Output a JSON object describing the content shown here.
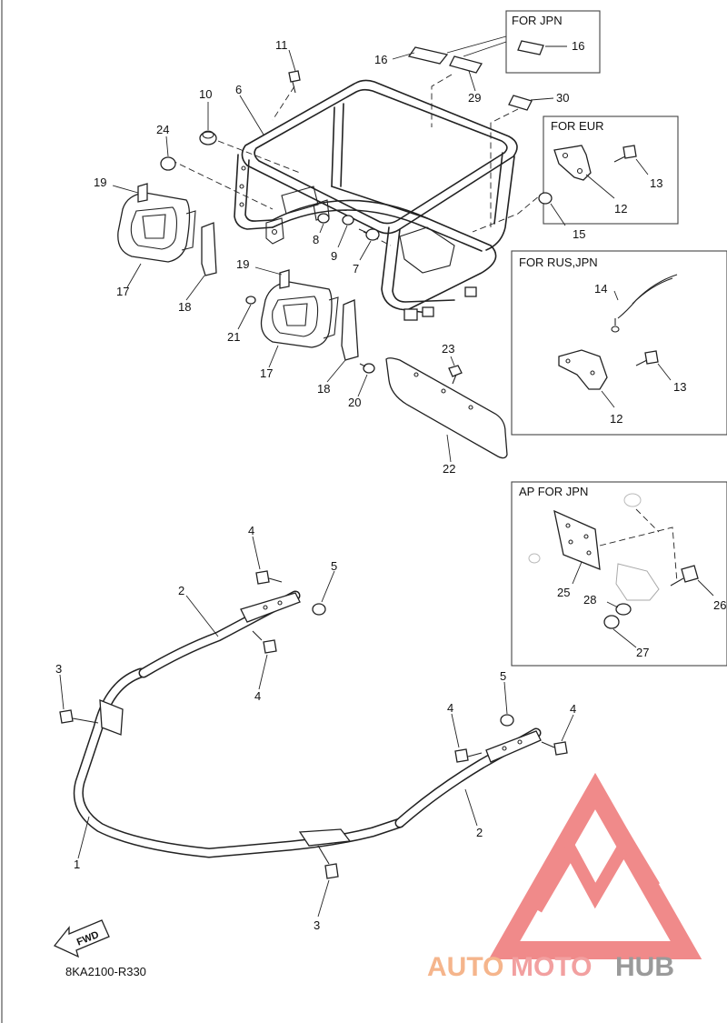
{
  "diagram_code": "8KA2100-R330",
  "fwd_label": "FWD",
  "watermark": {
    "part1": "AUTO",
    "part2": "MOTO",
    "part3": "HUB",
    "color_orange": "#f5a070",
    "color_red": "#ee7070",
    "color_gray": "#888888"
  },
  "inset_boxes": {
    "for_jpn": {
      "title": "FOR JPN",
      "parts": [
        "16"
      ]
    },
    "for_eur": {
      "title": "FOR EUR",
      "parts": [
        "12",
        "13"
      ]
    },
    "for_rus_jpn": {
      "title": "FOR RUS,JPN",
      "parts": [
        "14",
        "13",
        "12"
      ]
    },
    "ap_for_jpn": {
      "title": "AP FOR JPN",
      "parts": [
        "25",
        "26",
        "28",
        "27"
      ]
    }
  },
  "callouts": {
    "c1": "1",
    "c2a": "2",
    "c2b": "2",
    "c3a": "3",
    "c3b": "3",
    "c4a": "4",
    "c4b": "4",
    "c4c": "4",
    "c4d": "4",
    "c5a": "5",
    "c5b": "5",
    "c6": "6",
    "c7": "7",
    "c8": "8",
    "c9": "9",
    "c10": "10",
    "c11": "11",
    "c12a": "12",
    "c12b": "12",
    "c13a": "13",
    "c13b": "13",
    "c14": "14",
    "c15": "15",
    "c16a": "16",
    "c16b": "16",
    "c17a": "17",
    "c17b": "17",
    "c18a": "18",
    "c18b": "18",
    "c19a": "19",
    "c19b": "19",
    "c20": "20",
    "c21": "21",
    "c22": "22",
    "c23": "23",
    "c24": "24",
    "c25": "25",
    "c26": "26",
    "c27": "27",
    "c28": "28",
    "c29": "29",
    "c30": "30"
  }
}
